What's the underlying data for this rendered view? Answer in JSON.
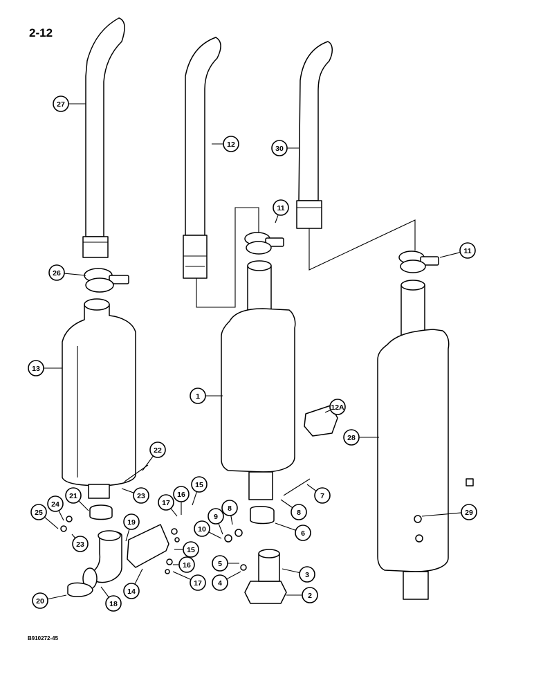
{
  "page_number": "2-12",
  "figure_code": "B910272-45",
  "callouts": [
    {
      "label": "27"
    },
    {
      "label": "12"
    },
    {
      "label": "30"
    },
    {
      "label": "11"
    },
    {
      "label": "11"
    },
    {
      "label": "26"
    },
    {
      "label": "13"
    },
    {
      "label": "1"
    },
    {
      "label": "12A"
    },
    {
      "label": "28"
    },
    {
      "label": "22"
    },
    {
      "label": "7"
    },
    {
      "label": "21"
    },
    {
      "label": "23"
    },
    {
      "label": "24"
    },
    {
      "label": "25"
    },
    {
      "label": "23"
    },
    {
      "label": "17"
    },
    {
      "label": "16"
    },
    {
      "label": "15"
    },
    {
      "label": "8"
    },
    {
      "label": "9"
    },
    {
      "label": "8"
    },
    {
      "label": "10"
    },
    {
      "label": "6"
    },
    {
      "label": "19"
    },
    {
      "label": "15"
    },
    {
      "label": "16"
    },
    {
      "label": "17"
    },
    {
      "label": "5"
    },
    {
      "label": "4"
    },
    {
      "label": "3"
    },
    {
      "label": "2"
    },
    {
      "label": "14"
    },
    {
      "label": "18"
    },
    {
      "label": "20"
    },
    {
      "label": "29"
    }
  ]
}
